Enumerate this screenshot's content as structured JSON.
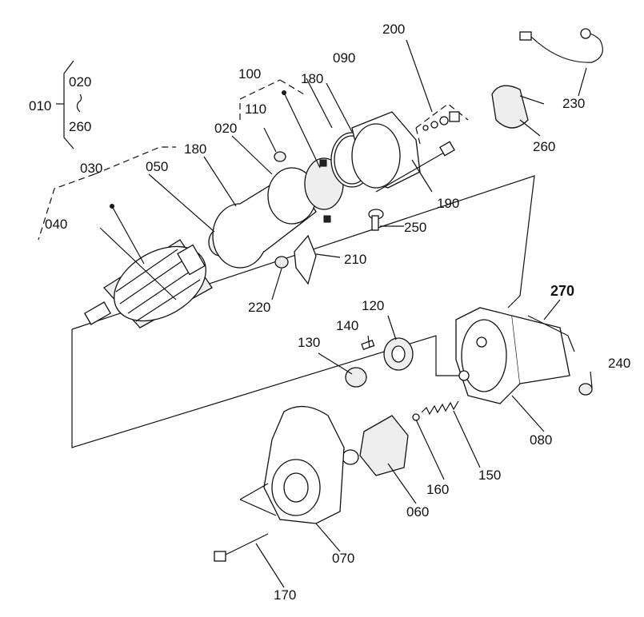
{
  "labels": {
    "p010": "010",
    "p020a": "020",
    "p020b": "020",
    "p030": "030",
    "p040": "040",
    "p050": "050",
    "p060": "060",
    "p070": "070",
    "p080": "080",
    "p090": "090",
    "p100": "100",
    "p110": "110",
    "p120": "120",
    "p130": "130",
    "p140": "140",
    "p150": "150",
    "p160": "160",
    "p170": "170",
    "p180a": "180",
    "p180b": "180",
    "p190": "190",
    "p200": "200",
    "p210": "210",
    "p220": "220",
    "p230": "230",
    "p240": "240",
    "p250": "250",
    "p260a": "260",
    "p260b": "260",
    "p270": "270"
  }
}
